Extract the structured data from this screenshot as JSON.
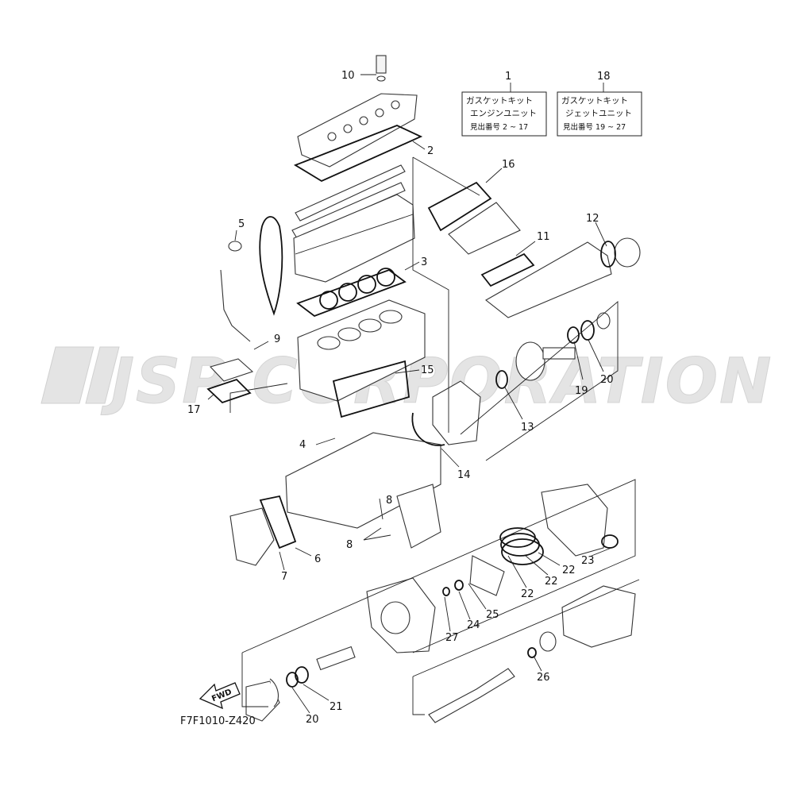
{
  "watermark": {
    "text": "JSP CORPORATION"
  },
  "kit_boxes": [
    {
      "number": "1",
      "line1": "ガスケットキット",
      "line2": "エンジンユニット",
      "line3": "見出番号 2 ~ 17"
    },
    {
      "number": "18",
      "line1": "ガスケットキット",
      "line2": "ジェットユニット",
      "line3": "見出番号 19 ~ 27"
    }
  ],
  "callouts": [
    "10",
    "2",
    "16",
    "5",
    "12",
    "11",
    "3",
    "9",
    "15",
    "19",
    "20",
    "17",
    "13",
    "4",
    "14",
    "8",
    "8",
    "6",
    "7",
    "23",
    "22",
    "22",
    "22",
    "25",
    "24",
    "27",
    "26",
    "21",
    "20"
  ],
  "fwd_label": "FWD",
  "diagram_code": "F7F1010-Z420"
}
